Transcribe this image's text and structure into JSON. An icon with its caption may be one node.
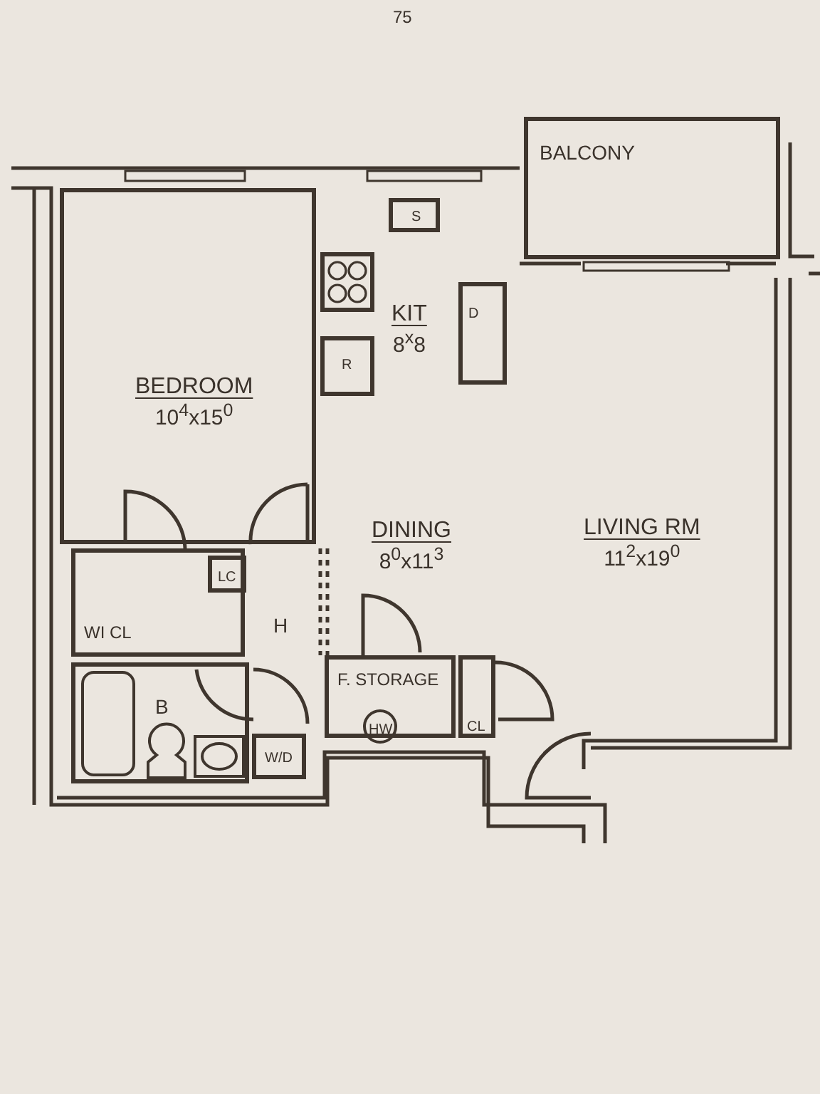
{
  "diagram": {
    "nodes": [
      {
        "text": [
          "BALCONY"
        ]
      },
      {
        "text": [
          "BEDROOM",
          "10$^{4}$x15$^{0}$"
        ]
      },
      {
        "text": [
          "KIT",
          "8$^{x}$8"
        ]
      },
      {
        "text": [
          "S"
        ],
        "in": 2
      },
      {
        "text": [],
        "shape": "box",
        "in": 2
      },
      {
        "text": [
          "D"
        ],
        "in": 2
      },
      {
        "text": [
          "R"
        ],
        "in": 2
      },
      {
        "text": [
          "DINING",
          "8$^{0}$x11$^{3}$"
        ]
      },
      {
        "text": [
          "LIVING RM",
          "11$^{2}$x19$^{0}$"
        ]
      },
      {
        "text": [
          "WI CL"
        ]
      },
      {
        "text": [
          "LC"
        ],
        "in": 9
      },
      {
        "text": [
          "H"
        ]
      },
      {
        "text": [
          "F. STORAGE"
        ]
      },
      {
        "text": [
          "HW"
        ],
        "in": 12
      },
      {
        "text": [
          "CL"
        ]
      },
      {
        "text": [
          "B"
        ]
      },
      {
        "text": [
          "W/D"
        ],
        "in": 11
      }
    ],
    "labels": [
      "75"
    ]
  }
}
